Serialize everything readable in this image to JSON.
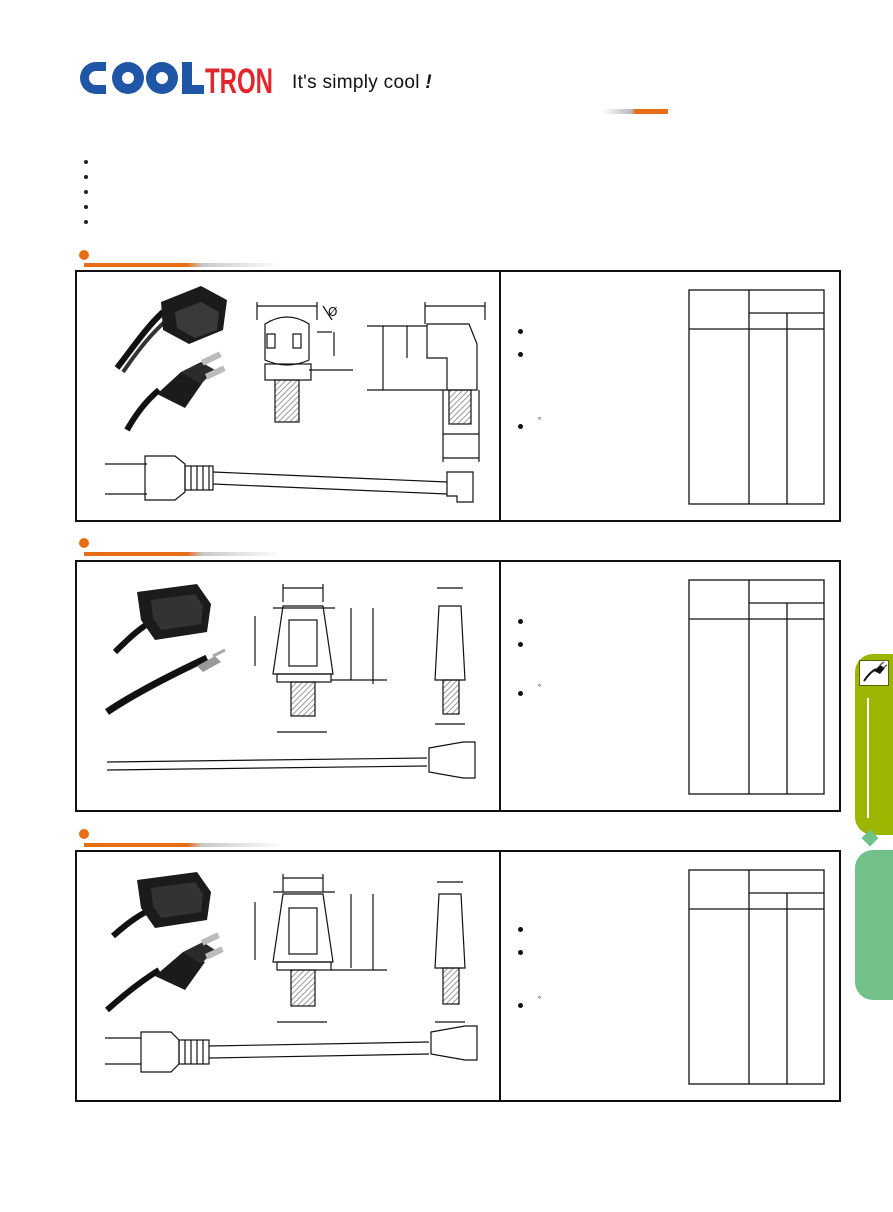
{
  "header": {
    "brand": "COOLTRON",
    "tagline": "It's simply cool",
    "tagline_mark": "!"
  },
  "intro_bullets": 5,
  "sections": [
    {
      "id": "section-1",
      "dimension_symbols": [
        "Ø"
      ],
      "spec_bullets": 3,
      "degree_mark": "°",
      "table": {
        "header_rows": 2,
        "columns": 3
      }
    },
    {
      "id": "section-2",
      "spec_bullets": 3,
      "degree_mark": "°",
      "table": {
        "header_rows": 2,
        "columns": 3
      }
    },
    {
      "id": "section-3",
      "spec_bullets": 3,
      "degree_mark": "°",
      "table": {
        "header_rows": 2,
        "columns": 3
      }
    }
  ],
  "colors": {
    "brand_blue": "#1f56a6",
    "brand_red": "#e3262d",
    "accent_orange": "#e86d17",
    "tab_green": "#9bb500",
    "tab_teal": "#72c18a"
  },
  "icons": {
    "side_tab": "plug-icon"
  }
}
